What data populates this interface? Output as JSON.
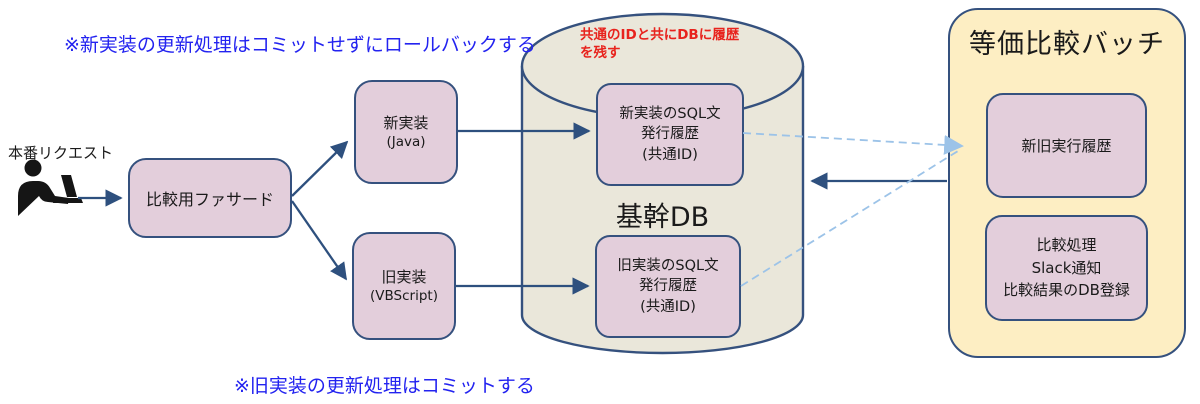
{
  "notes": {
    "top_blue": "※新実装の更新処理はコミットせずにロールバックする",
    "bottom_blue": "※旧実装の更新処理はコミットする",
    "db_red_line1": "共通のIDと共にDBに履歴",
    "db_red_line2": "を残す"
  },
  "actor": {
    "label": "本番リクエスト"
  },
  "facade": {
    "label": "比較用ファサード"
  },
  "new_impl": {
    "line1": "新実装",
    "line2": "(Java)"
  },
  "old_impl": {
    "line1": "旧実装",
    "line2": "(VBScript)"
  },
  "db": {
    "title": "基幹DB",
    "new_log": {
      "line1": "新実装のSQL文",
      "line2": "発行履歴",
      "line3": "(共通ID)"
    },
    "old_log": {
      "line1": "旧実装のSQL文",
      "line2": "発行履歴",
      "line3": "(共通ID)"
    }
  },
  "batch": {
    "title": "等価比較バッチ",
    "history": {
      "label": "新旧実行履歴"
    },
    "process": {
      "line1": "比較処理",
      "line2": "Slack通知",
      "line3": "比較結果のDB登録"
    }
  },
  "colors": {
    "node_fill": "#e3cedb",
    "node_border": "#35517e",
    "db_fill": "#eae7da",
    "batch_fill": "#fdeec3",
    "arrow": "#2e507e",
    "dashed_arrow": "#9cc3e8",
    "note_blue": "#2323f0",
    "note_red": "#e8231d",
    "text": "#1a1a1a"
  }
}
